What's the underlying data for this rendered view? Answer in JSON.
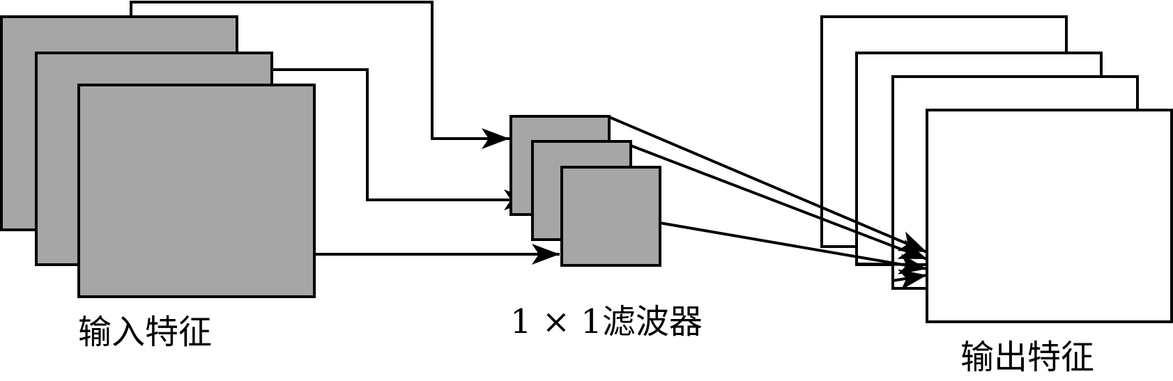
{
  "labels": {
    "input": "输入特征",
    "filter": "1 × 1滤波器",
    "output": "输出特征"
  },
  "colors": {
    "input_fill": "#a6a6a6",
    "filter_fill": "#a6a6a6",
    "output_fill": "#ffffff",
    "stroke": "#000000"
  }
}
